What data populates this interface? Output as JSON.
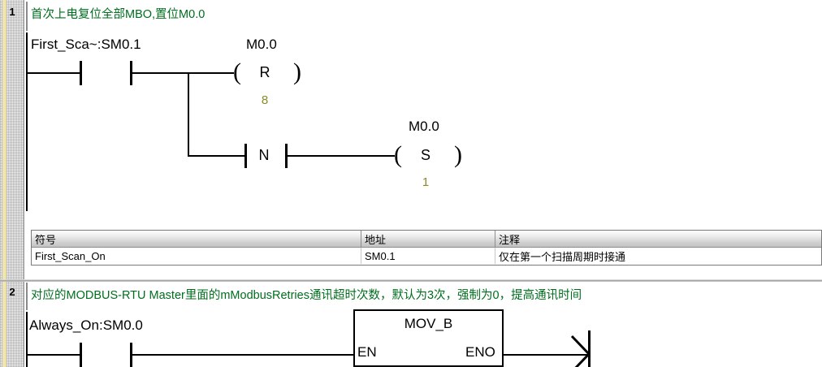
{
  "editor": {
    "language": "LAD",
    "comment_color": "#006e1e",
    "set_reset_number_color": "#8a8a2a",
    "wire_color": "#000000"
  },
  "networks": [
    {
      "number": "1",
      "comment": "首次上电复位全部MBO,置位M0.0",
      "rungs": [
        {
          "branch": "main",
          "elements": [
            {
              "kind": "contact",
              "type": "normally-open",
              "operand": "First_Sca~:SM0.1",
              "letter": ""
            },
            {
              "kind": "coil",
              "type": "reset",
              "operand": "M0.0",
              "letter": "R",
              "count": "8"
            }
          ]
        },
        {
          "branch": "sub",
          "elements": [
            {
              "kind": "contact",
              "type": "negative-transition",
              "operand": "",
              "letter": "N"
            },
            {
              "kind": "coil",
              "type": "set",
              "operand": "M0.0",
              "letter": "S",
              "count": "1"
            }
          ]
        }
      ],
      "symbol_table": {
        "headers": [
          "符号",
          "地址",
          "注释"
        ],
        "rows": [
          {
            "symbol": "First_Scan_On",
            "address": "SM0.1",
            "note": "仅在第一个扫描周期时接通"
          }
        ]
      }
    },
    {
      "number": "2",
      "comment": "对应的MODBUS-RTU Master里面的mModbusRetries通讯超时次数，默认为3次，强制为0，提高通讯时间",
      "rungs": [
        {
          "branch": "main",
          "elements": [
            {
              "kind": "contact",
              "type": "normally-open",
              "operand": "Always_On:SM0.0",
              "letter": ""
            },
            {
              "kind": "function-block",
              "title": "MOV_B",
              "in_pin": "EN",
              "out_pin": "ENO"
            }
          ]
        }
      ]
    }
  ]
}
